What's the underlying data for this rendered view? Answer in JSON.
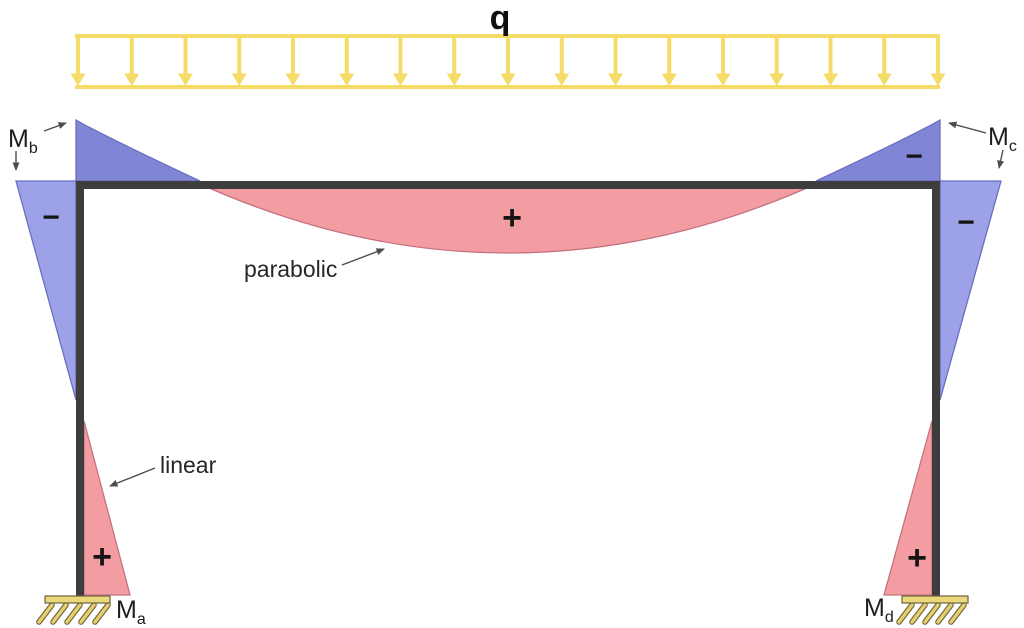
{
  "diagram": {
    "title": "portal-frame-bending-moment-diagram",
    "load": {
      "label": "q",
      "arrow_count": 17
    },
    "moments": {
      "beam_positive_sign": "+",
      "left_outer_column_sign": "−",
      "right_outer_column_sign": "−",
      "right_corner_sign": "−",
      "left_column_base_sign": "+",
      "right_column_base_sign": "+"
    },
    "labels": {
      "mb": {
        "main": "M",
        "sub": "b"
      },
      "mc": {
        "main": "M",
        "sub": "c"
      },
      "ma": {
        "main": "M",
        "sub": "a"
      },
      "md": {
        "main": "M",
        "sub": "d"
      },
      "parabolic": "parabolic",
      "linear": "linear"
    },
    "supports": {
      "hatch_strokes_per_support": 5
    },
    "colors": {
      "load_yellow": "#F5DC69",
      "negative_fill_dark": "#8085D6",
      "negative_fill_light": "#9CA1E8",
      "negative_stroke": "#6A6FBE",
      "positive_fill": "#F39DA3",
      "positive_stroke": "#C4737E",
      "frame_dark": "#3D3D3D",
      "support_pad_fill": "#EAD87B",
      "support_stroke": "#6B6340",
      "hatch_yellow": "#E6D06C",
      "annotation": "#4D4D4D"
    }
  }
}
